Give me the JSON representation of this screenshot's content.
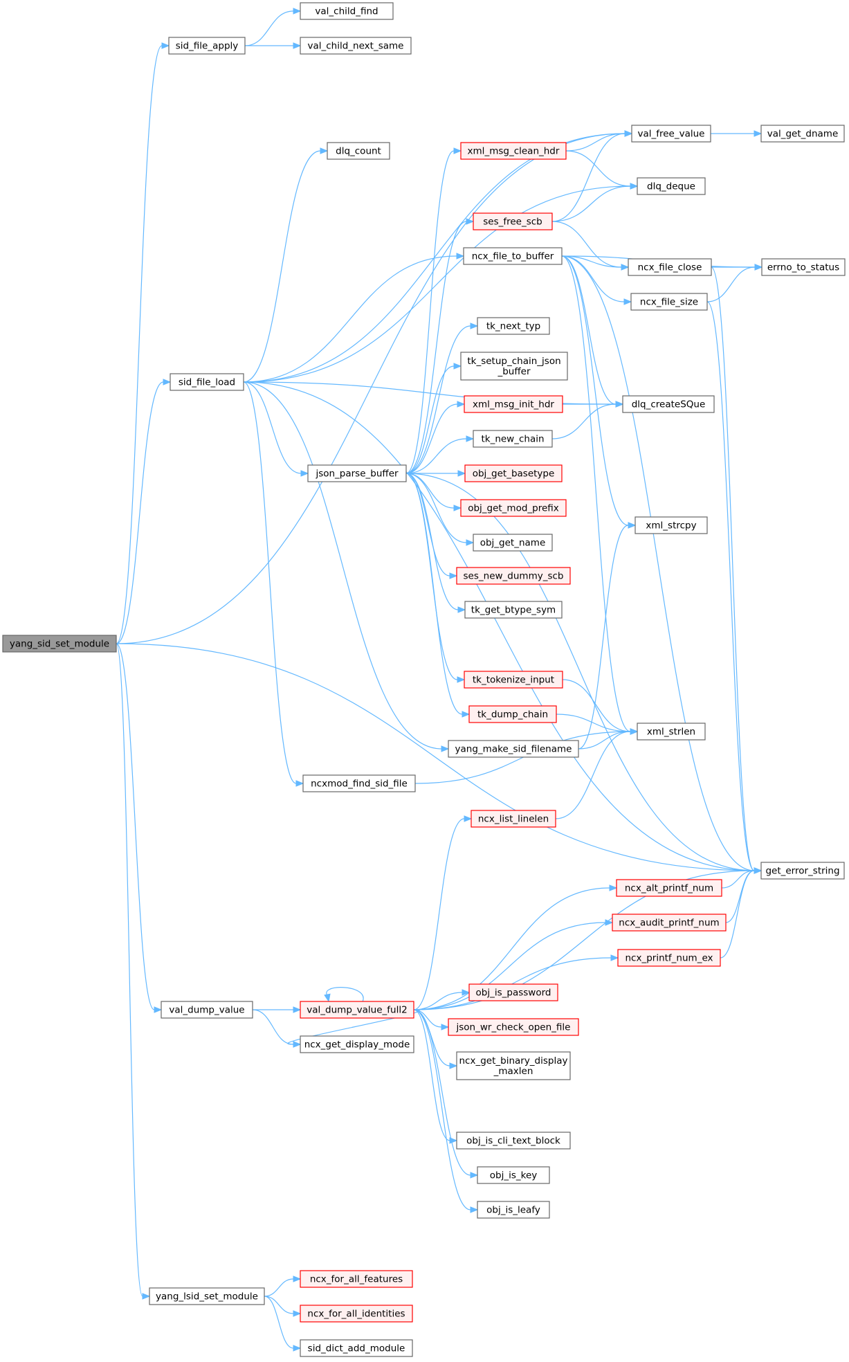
{
  "colors": {
    "edge": "#63b8ff",
    "node_border": "#666666",
    "node_fill": "#ffffff",
    "truncated_border": "#ff0000",
    "truncated_fill": "#fff0f0",
    "root_fill": "#999999",
    "root_border": "#666666"
  },
  "nodes": [
    {
      "id": "yang_sid_set_module",
      "lines": [
        "yang_sid_set_module"
      ],
      "style": "root"
    },
    {
      "id": "sid_file_apply",
      "lines": [
        "sid_file_apply"
      ],
      "style": "normal"
    },
    {
      "id": "val_child_find",
      "lines": [
        "val_child_find"
      ],
      "style": "normal"
    },
    {
      "id": "val_child_next_same",
      "lines": [
        "val_child_next_same"
      ],
      "style": "normal"
    },
    {
      "id": "val_free_value",
      "lines": [
        "val_free_value"
      ],
      "style": "normal"
    },
    {
      "id": "val_get_dname",
      "lines": [
        "val_get_dname"
      ],
      "style": "normal"
    },
    {
      "id": "dlq_count",
      "lines": [
        "dlq_count"
      ],
      "style": "normal"
    },
    {
      "id": "xml_msg_clean_hdr",
      "lines": [
        "xml_msg_clean_hdr"
      ],
      "style": "truncated"
    },
    {
      "id": "dlq_deque",
      "lines": [
        "dlq_deque"
      ],
      "style": "normal"
    },
    {
      "id": "ses_free_scb",
      "lines": [
        "ses_free_scb"
      ],
      "style": "truncated"
    },
    {
      "id": "ncx_file_to_buffer",
      "lines": [
        "ncx_file_to_buffer"
      ],
      "style": "normal"
    },
    {
      "id": "ncx_file_close",
      "lines": [
        "ncx_file_close"
      ],
      "style": "normal"
    },
    {
      "id": "errno_to_status",
      "lines": [
        "errno_to_status"
      ],
      "style": "normal"
    },
    {
      "id": "ncx_file_size",
      "lines": [
        "ncx_file_size"
      ],
      "style": "normal"
    },
    {
      "id": "tk_next_typ",
      "lines": [
        "tk_next_typ"
      ],
      "style": "normal"
    },
    {
      "id": "sid_file_load",
      "lines": [
        "sid_file_load"
      ],
      "style": "normal"
    },
    {
      "id": "tk_setup_chain_json_buffer",
      "lines": [
        "tk_setup_chain_json",
        "_buffer"
      ],
      "style": "normal"
    },
    {
      "id": "xml_msg_init_hdr",
      "lines": [
        "xml_msg_init_hdr"
      ],
      "style": "truncated"
    },
    {
      "id": "dlq_createSQue",
      "lines": [
        "dlq_createSQue"
      ],
      "style": "normal"
    },
    {
      "id": "tk_new_chain",
      "lines": [
        "tk_new_chain"
      ],
      "style": "normal"
    },
    {
      "id": "json_parse_buffer",
      "lines": [
        "json_parse_buffer"
      ],
      "style": "normal"
    },
    {
      "id": "obj_get_basetype",
      "lines": [
        "obj_get_basetype"
      ],
      "style": "truncated"
    },
    {
      "id": "obj_get_mod_prefix",
      "lines": [
        "obj_get_mod_prefix"
      ],
      "style": "truncated"
    },
    {
      "id": "xml_strcpy",
      "lines": [
        "xml_strcpy"
      ],
      "style": "normal"
    },
    {
      "id": "obj_get_name",
      "lines": [
        "obj_get_name"
      ],
      "style": "normal"
    },
    {
      "id": "ses_new_dummy_scb",
      "lines": [
        "ses_new_dummy_scb"
      ],
      "style": "truncated"
    },
    {
      "id": "tk_get_btype_sym",
      "lines": [
        "tk_get_btype_sym"
      ],
      "style": "normal"
    },
    {
      "id": "tk_tokenize_input",
      "lines": [
        "tk_tokenize_input"
      ],
      "style": "truncated"
    },
    {
      "id": "tk_dump_chain",
      "lines": [
        "tk_dump_chain"
      ],
      "style": "truncated"
    },
    {
      "id": "xml_strlen",
      "lines": [
        "xml_strlen"
      ],
      "style": "normal"
    },
    {
      "id": "yang_make_sid_filename",
      "lines": [
        "yang_make_sid_filename"
      ],
      "style": "normal"
    },
    {
      "id": "ncxmod_find_sid_file",
      "lines": [
        "ncxmod_find_sid_file"
      ],
      "style": "normal"
    },
    {
      "id": "ncx_list_linelen",
      "lines": [
        "ncx_list_linelen"
      ],
      "style": "truncated"
    },
    {
      "id": "get_error_string",
      "lines": [
        "get_error_string"
      ],
      "style": "normal"
    },
    {
      "id": "ncx_alt_printf_num",
      "lines": [
        "ncx_alt_printf_num"
      ],
      "style": "truncated"
    },
    {
      "id": "ncx_audit_printf_num",
      "lines": [
        "ncx_audit_printf_num"
      ],
      "style": "truncated"
    },
    {
      "id": "ncx_printf_num_ex",
      "lines": [
        "ncx_printf_num_ex"
      ],
      "style": "truncated"
    },
    {
      "id": "obj_is_password",
      "lines": [
        "obj_is_password"
      ],
      "style": "truncated"
    },
    {
      "id": "val_dump_value",
      "lines": [
        "val_dump_value"
      ],
      "style": "normal"
    },
    {
      "id": "val_dump_value_full2",
      "lines": [
        "val_dump_value_full2"
      ],
      "style": "truncated"
    },
    {
      "id": "json_wr_check_open_file",
      "lines": [
        "json_wr_check_open_file"
      ],
      "style": "truncated"
    },
    {
      "id": "ncx_get_display_mode",
      "lines": [
        "ncx_get_display_mode"
      ],
      "style": "normal"
    },
    {
      "id": "ncx_get_binary_display_maxlen",
      "lines": [
        "ncx_get_binary_display",
        "_maxlen"
      ],
      "style": "normal"
    },
    {
      "id": "obj_is_cli_text_block",
      "lines": [
        "obj_is_cli_text_block"
      ],
      "style": "normal"
    },
    {
      "id": "obj_is_key",
      "lines": [
        "obj_is_key"
      ],
      "style": "normal"
    },
    {
      "id": "obj_is_leafy",
      "lines": [
        "obj_is_leafy"
      ],
      "style": "normal"
    },
    {
      "id": "ncx_for_all_features",
      "lines": [
        "ncx_for_all_features"
      ],
      "style": "truncated"
    },
    {
      "id": "yang_lsid_set_module",
      "lines": [
        "yang_lsid_set_module"
      ],
      "style": "normal"
    },
    {
      "id": "ncx_for_all_identities",
      "lines": [
        "ncx_for_all_identities"
      ],
      "style": "truncated"
    },
    {
      "id": "sid_dict_add_module",
      "lines": [
        "sid_dict_add_module"
      ],
      "style": "normal"
    }
  ],
  "edges": [
    [
      "yang_sid_set_module",
      "sid_file_apply"
    ],
    [
      "yang_sid_set_module",
      "val_free_value"
    ],
    [
      "yang_sid_set_module",
      "sid_file_load"
    ],
    [
      "yang_sid_set_module",
      "val_dump_value"
    ],
    [
      "yang_sid_set_module",
      "get_error_string"
    ],
    [
      "yang_sid_set_module",
      "yang_lsid_set_module"
    ],
    [
      "sid_file_apply",
      "val_child_find"
    ],
    [
      "sid_file_apply",
      "val_child_next_same"
    ],
    [
      "val_free_value",
      "val_get_dname"
    ],
    [
      "sid_file_load",
      "val_free_value"
    ],
    [
      "sid_file_load",
      "dlq_count"
    ],
    [
      "sid_file_load",
      "dlq_deque"
    ],
    [
      "sid_file_load",
      "ncx_file_to_buffer"
    ],
    [
      "sid_file_load",
      "dlq_createSQue"
    ],
    [
      "sid_file_load",
      "json_parse_buffer"
    ],
    [
      "sid_file_load",
      "yang_make_sid_filename"
    ],
    [
      "sid_file_load",
      "ncxmod_find_sid_file"
    ],
    [
      "sid_file_load",
      "get_error_string"
    ],
    [
      "xml_msg_clean_hdr",
      "val_free_value"
    ],
    [
      "xml_msg_clean_hdr",
      "dlq_deque"
    ],
    [
      "ses_free_scb",
      "val_free_value"
    ],
    [
      "ses_free_scb",
      "dlq_deque"
    ],
    [
      "ses_free_scb",
      "ncx_file_close"
    ],
    [
      "ncx_file_to_buffer",
      "ncx_file_close"
    ],
    [
      "ncx_file_to_buffer",
      "errno_to_status"
    ],
    [
      "ncx_file_to_buffer",
      "ncx_file_size"
    ],
    [
      "ncx_file_to_buffer",
      "dlq_createSQue"
    ],
    [
      "ncx_file_to_buffer",
      "xml_strcpy"
    ],
    [
      "ncx_file_to_buffer",
      "xml_strlen"
    ],
    [
      "ncx_file_to_buffer",
      "get_error_string"
    ],
    [
      "ncx_file_close",
      "errno_to_status"
    ],
    [
      "ncx_file_close",
      "get_error_string"
    ],
    [
      "ncx_file_size",
      "errno_to_status"
    ],
    [
      "ncx_file_size",
      "get_error_string"
    ],
    [
      "json_parse_buffer",
      "xml_msg_clean_hdr"
    ],
    [
      "json_parse_buffer",
      "ses_free_scb"
    ],
    [
      "json_parse_buffer",
      "tk_next_typ"
    ],
    [
      "json_parse_buffer",
      "tk_setup_chain_json_buffer"
    ],
    [
      "json_parse_buffer",
      "xml_msg_init_hdr"
    ],
    [
      "json_parse_buffer",
      "tk_new_chain"
    ],
    [
      "json_parse_buffer",
      "obj_get_basetype"
    ],
    [
      "json_parse_buffer",
      "obj_get_mod_prefix"
    ],
    [
      "json_parse_buffer",
      "obj_get_name"
    ],
    [
      "json_parse_buffer",
      "ses_new_dummy_scb"
    ],
    [
      "json_parse_buffer",
      "tk_get_btype_sym"
    ],
    [
      "json_parse_buffer",
      "tk_tokenize_input"
    ],
    [
      "json_parse_buffer",
      "tk_dump_chain"
    ],
    [
      "json_parse_buffer",
      "get_error_string"
    ],
    [
      "xml_msg_init_hdr",
      "dlq_createSQue"
    ],
    [
      "tk_new_chain",
      "dlq_createSQue"
    ],
    [
      "tk_tokenize_input",
      "xml_strlen"
    ],
    [
      "tk_dump_chain",
      "xml_strlen"
    ],
    [
      "yang_make_sid_filename",
      "xml_strcpy"
    ],
    [
      "yang_make_sid_filename",
      "xml_strlen"
    ],
    [
      "ncxmod_find_sid_file",
      "xml_strlen"
    ],
    [
      "ncx_list_linelen",
      "xml_strlen"
    ],
    [
      "val_dump_value",
      "val_dump_value_full2"
    ],
    [
      "val_dump_value",
      "ncx_get_display_mode"
    ],
    [
      "val_dump_value_full2",
      "ncx_list_linelen"
    ],
    [
      "val_dump_value_full2",
      "ncx_alt_printf_num"
    ],
    [
      "val_dump_value_full2",
      "ncx_audit_printf_num"
    ],
    [
      "val_dump_value_full2",
      "ncx_printf_num_ex"
    ],
    [
      "val_dump_value_full2",
      "obj_is_password"
    ],
    [
      "val_dump_value_full2",
      "val_dump_value_full2"
    ],
    [
      "val_dump_value_full2",
      "json_wr_check_open_file"
    ],
    [
      "val_dump_value_full2",
      "ncx_get_display_mode"
    ],
    [
      "val_dump_value_full2",
      "ncx_get_binary_display_maxlen"
    ],
    [
      "val_dump_value_full2",
      "get_error_string"
    ],
    [
      "val_dump_value_full2",
      "obj_is_cli_text_block"
    ],
    [
      "val_dump_value_full2",
      "obj_is_key"
    ],
    [
      "val_dump_value_full2",
      "obj_is_leafy"
    ],
    [
      "ncx_alt_printf_num",
      "get_error_string"
    ],
    [
      "ncx_audit_printf_num",
      "get_error_string"
    ],
    [
      "ncx_printf_num_ex",
      "get_error_string"
    ],
    [
      "yang_lsid_set_module",
      "ncx_for_all_features"
    ],
    [
      "yang_lsid_set_module",
      "ncx_for_all_identities"
    ],
    [
      "yang_lsid_set_module",
      "sid_dict_add_module"
    ]
  ]
}
